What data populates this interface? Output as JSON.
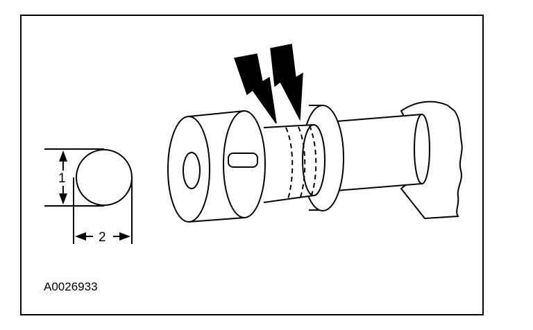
{
  "figure": {
    "id_code": "A0026933",
    "callouts": {
      "dimension_1": "1",
      "dimension_2": "2"
    }
  }
}
